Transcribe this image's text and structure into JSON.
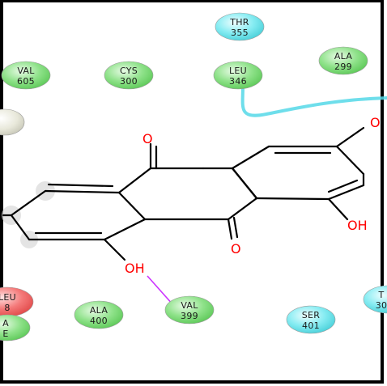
{
  "colors": {
    "hydrophobic": "#8fe28a",
    "polar": "#86ecf2",
    "charged_negative": "#f47a7a",
    "neutral": "#e8e8da",
    "oxygen": "#ff0000",
    "bond": "#000000",
    "pi_interaction": "#55d8e8",
    "hbond_arrow": "#cc33ff"
  },
  "residues": [
    {
      "id": "thr355",
      "name": "THR",
      "number": "355",
      "kind": "polar"
    },
    {
      "id": "val605",
      "name": "VAL",
      "number": "605",
      "kind": "hydrophobic"
    },
    {
      "id": "cys300",
      "name": "CYS",
      "number": "300",
      "kind": "hydrophobic"
    },
    {
      "id": "leu346",
      "name": "LEU",
      "number": "346",
      "kind": "hydrophobic"
    },
    {
      "id": "ala299",
      "name": "ALA",
      "number": "299",
      "kind": "hydrophobic"
    },
    {
      "id": "leu_left",
      "name": "LEU",
      "number": "8",
      "kind": "charged_negative"
    },
    {
      "id": "ala_left",
      "name": "A",
      "number": "E",
      "kind": "hydrophobic"
    },
    {
      "id": "ala400",
      "name": "ALA",
      "number": "400",
      "kind": "hydrophobic"
    },
    {
      "id": "val399",
      "name": "VAL",
      "number": "399",
      "kind": "hydrophobic"
    },
    {
      "id": "ser401",
      "name": "SER",
      "number": "401",
      "kind": "polar"
    },
    {
      "id": "thr_right",
      "name": "T",
      "number": "30",
      "kind": "polar"
    },
    {
      "id": "unk_left",
      "name": "",
      "number": "",
      "kind": "neutral"
    }
  ],
  "atoms": {
    "o_ketone_top": "O",
    "o_ketone_bottom": "O",
    "oh_right": "OH",
    "oh_left": "OH",
    "o_top_right": "O"
  },
  "interactions": [
    {
      "type": "hbond",
      "from": "oh_left",
      "to": "val399"
    },
    {
      "type": "pi",
      "from": "leu346",
      "to": "ring_right"
    }
  ]
}
